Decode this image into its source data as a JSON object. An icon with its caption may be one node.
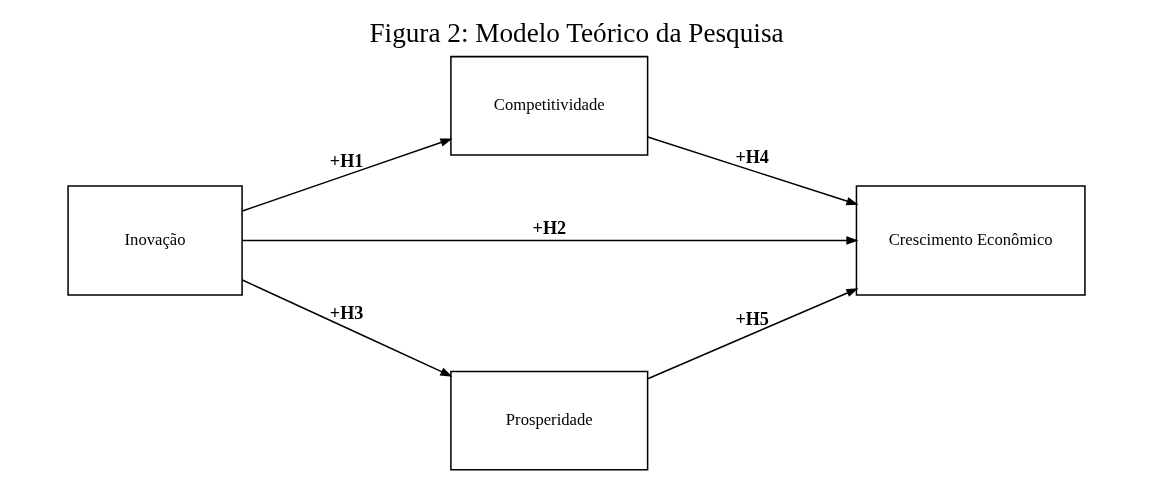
{
  "diagram": {
    "title": "Figura 2: Modelo Teórico da Pesquisa",
    "nodes": [
      {
        "text": [
          "Inovação"
        ]
      },
      {
        "text": [
          "Competitividade"
        ]
      },
      {
        "text": [
          "Crescimento Econômico"
        ]
      },
      {
        "text": [
          "Prosperidade"
        ]
      }
    ],
    "edges": [
      {
        "from": 0,
        "to": 1,
        "arrow": "to",
        "label": "+H1"
      },
      {
        "from": 0,
        "to": 2,
        "arrow": "to",
        "label": "+H2"
      },
      {
        "from": 0,
        "to": 3,
        "arrow": "to",
        "label": "+H3"
      },
      {
        "from": 1,
        "to": 2,
        "arrow": "to",
        "label": "+H4"
      },
      {
        "from": 3,
        "to": 2,
        "arrow": "to",
        "label": "+H5"
      }
    ]
  }
}
